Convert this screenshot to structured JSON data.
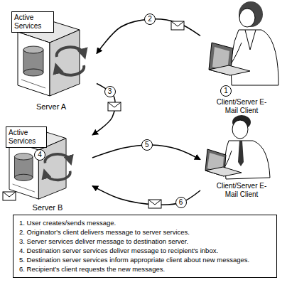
{
  "diagram": {
    "nodes": [
      {
        "text": [
          "Server A"
        ]
      },
      {
        "text": [
          "Active Services"
        ],
        "in": 0
      },
      {
        "text": [
          "Client/Server E-Mail Client"
        ]
      },
      {
        "text": [
          "Server B"
        ]
      },
      {
        "text": [
          "Active Services"
        ],
        "in": 3
      },
      {
        "text": [
          "Client/Server E-Mail Client"
        ]
      },
      {
        "text": [
          "1. User creates/sends message.",
          "2. Originator's client delivers message to server services.",
          "3. Server services deliver message to destination server.",
          "4. Destination server services deliver message to recipient's inbox.",
          "5. Destination server services inform appropriate client about new messages.",
          "6. Recipient's client requests the new messages."
        ]
      }
    ],
    "edges": [
      {
        "from": 2,
        "to": 0,
        "label": "2",
        "arrow": "to"
      },
      {
        "from": 0,
        "to": 3,
        "label": "3",
        "arrow": "to"
      },
      {
        "from": 3,
        "to": 5,
        "label": "5",
        "arrow": "to"
      },
      {
        "from": 5,
        "to": 3,
        "label": "6",
        "arrow": "to"
      }
    ],
    "labels": [
      "1",
      "4"
    ]
  }
}
